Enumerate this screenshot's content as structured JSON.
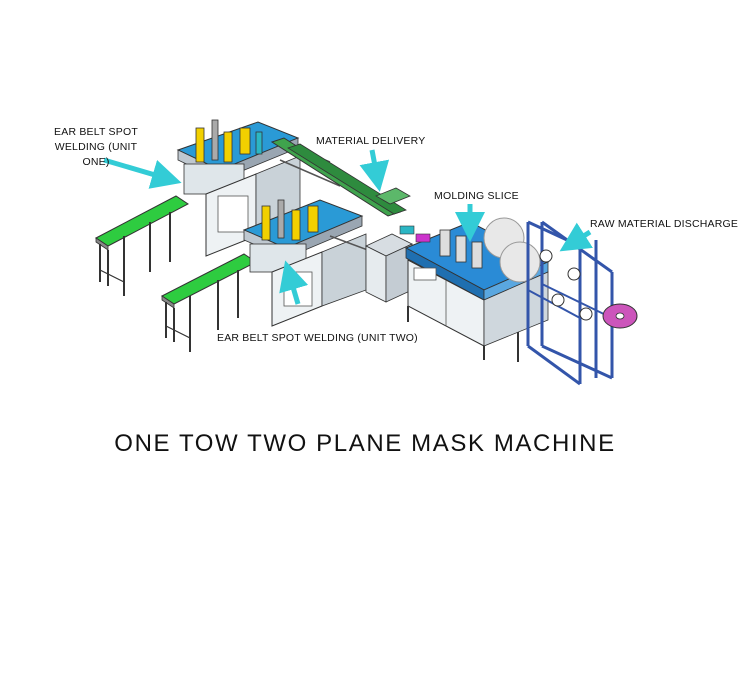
{
  "labels": {
    "ear_belt_unit_one": "EAR BELT SPOT WELDING (UNIT ONE)",
    "material_delivery": "MATERIAL DELIVERY",
    "molding_slice": "MOLDING SLICE",
    "raw_material_discharge": "RAW MATERIAL DISCHARGE",
    "ear_belt_unit_two": "EAR BELT SPOT WELDING (UNIT TWO)"
  },
  "title": "ONE TOW TWO PLANE MASK MACHINE",
  "colors": {
    "arrow": "#33ccd6",
    "conveyor_green": "#2ecc40",
    "table_blue": "#2a8bd6",
    "frame_blue": "#3355aa",
    "roll_magenta": "#cc55bb",
    "delivery_green": "#2e8b3e"
  }
}
